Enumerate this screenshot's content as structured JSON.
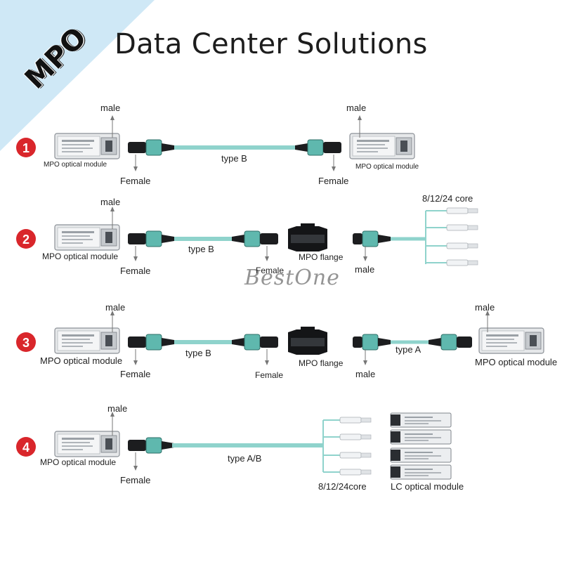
{
  "corner_badge": "MPO",
  "title": "Data Center Solutions",
  "watermark": "BestOne",
  "steps": [
    {
      "number": "1",
      "labels": {
        "male_left": "male",
        "male_right": "male",
        "module_left": "MPO optical module",
        "module_right": "MPO optical module",
        "female_left": "Female",
        "female_right": "Female",
        "cable": "type B"
      }
    },
    {
      "number": "2",
      "labels": {
        "male_left": "male",
        "module_left": "MPO optical module",
        "female_left": "Female",
        "female_mid": "Female",
        "cable": "type B",
        "flange": "MPO flange",
        "male_mid": "male",
        "core": "8/12/24 core"
      }
    },
    {
      "number": "3",
      "labels": {
        "male_left": "male",
        "male_right": "male",
        "module_left": "MPO optical module",
        "module_right": "MPO optical module",
        "female_left": "Female",
        "female_mid": "Female",
        "cable_left": "type B",
        "flange": "MPO flange",
        "male_mid": "male",
        "cable_right": "type A"
      }
    },
    {
      "number": "4",
      "labels": {
        "male_left": "male",
        "module_left": "MPO optical module",
        "female_left": "Female",
        "cable": "type A/B",
        "core": "8/12/24core",
        "lc_module": "LC optical module"
      }
    }
  ],
  "colors": {
    "fiber": "#8fd3cc",
    "step_badge": "#d9262b",
    "corner": "#cfe8f6"
  }
}
